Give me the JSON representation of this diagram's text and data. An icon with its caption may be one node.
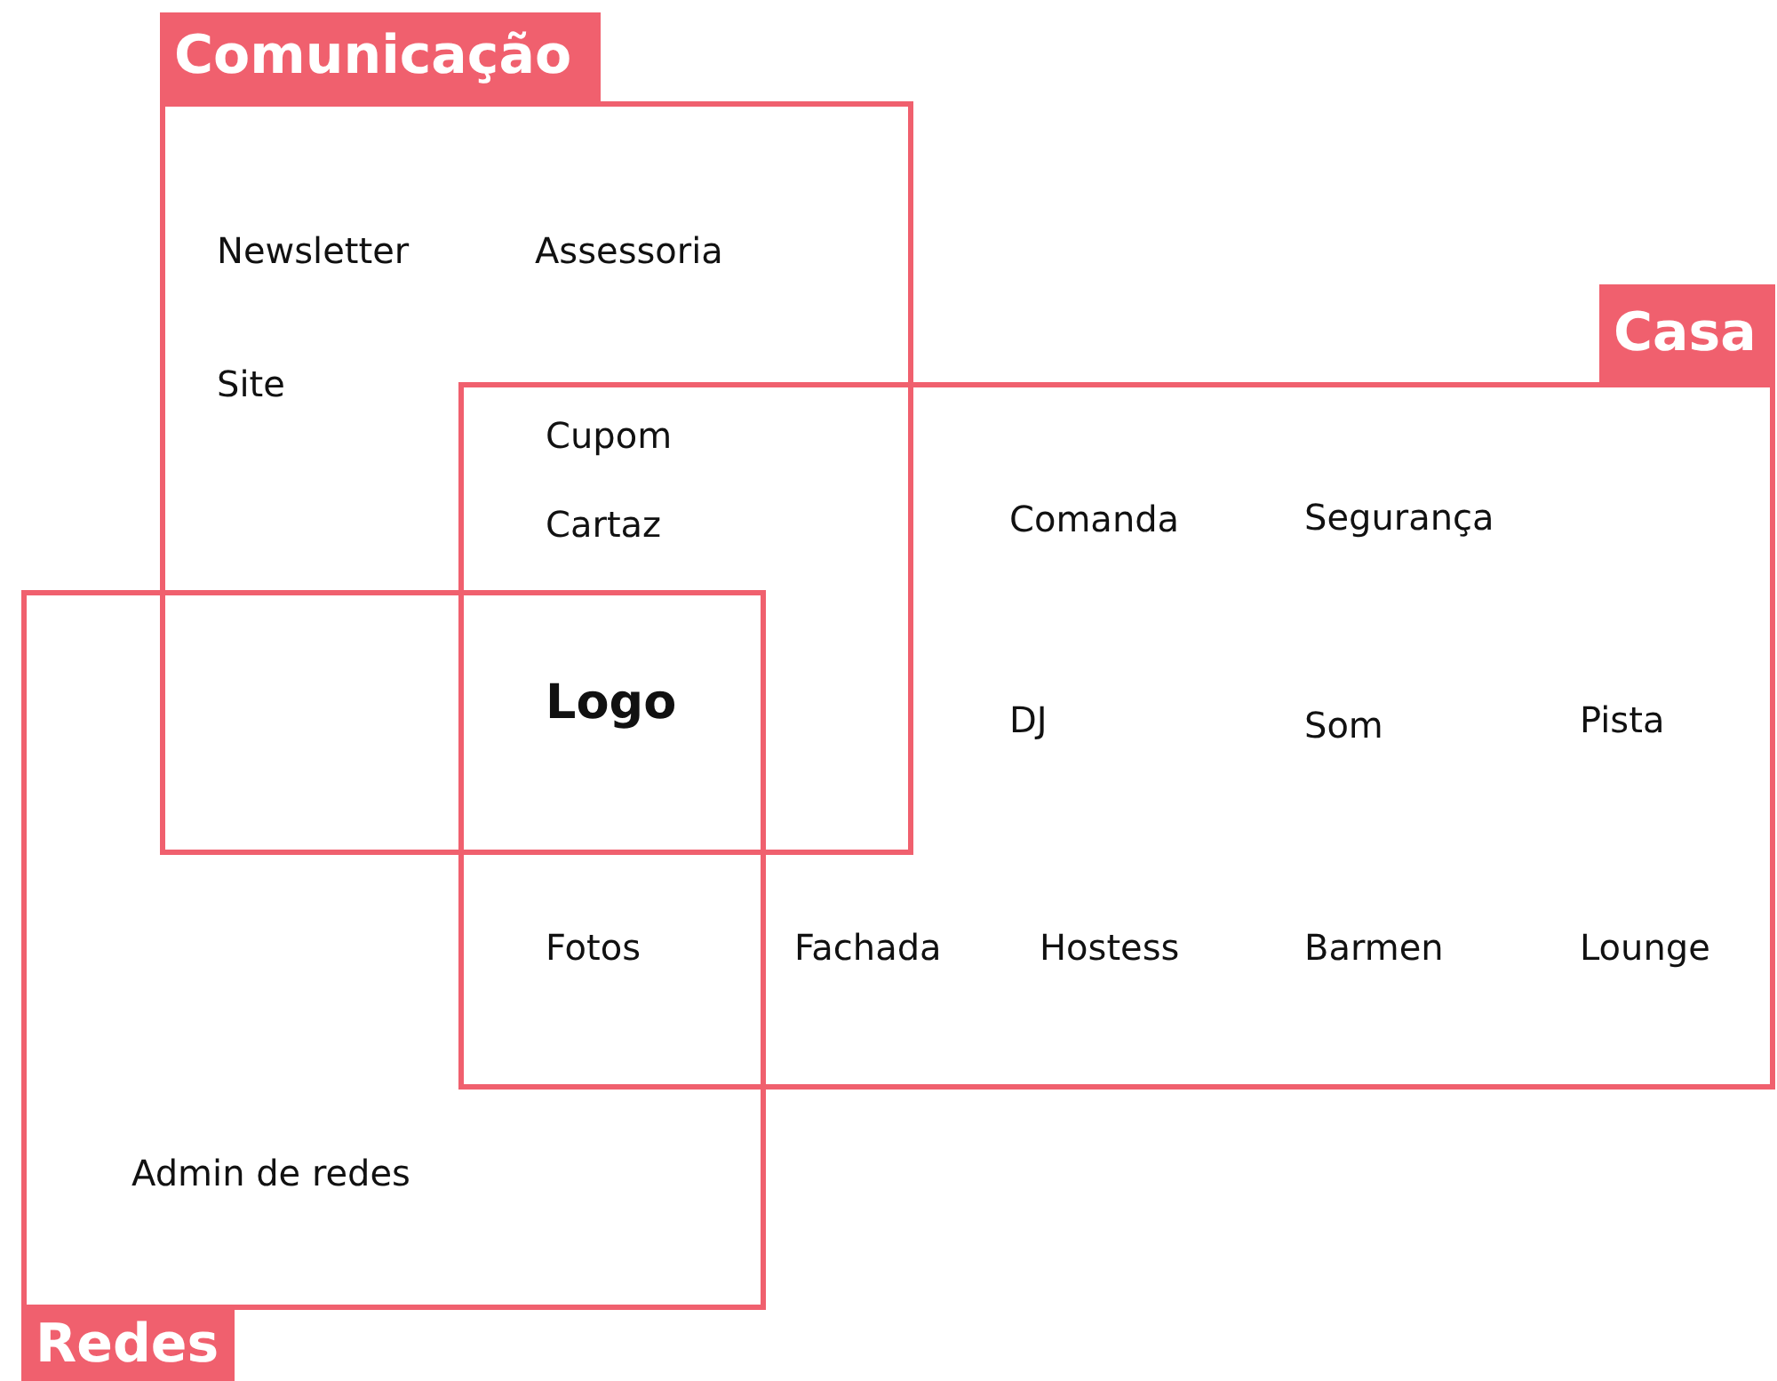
{
  "diagram": {
    "nodes": [
      {
        "text": [
          "Comunicação"
        ]
      },
      {
        "text": [
          "Casa"
        ]
      },
      {
        "text": [
          "Redes"
        ]
      }
    ],
    "labels": [
      "Newsletter",
      "Assessoria",
      "Site",
      "Cupom",
      "Cartaz",
      "Comanda",
      "Segurança",
      "Logo",
      "DJ",
      "Som",
      "Pista",
      "Fotos",
      "Fachada",
      "Hostess",
      "Barmen",
      "Lounge",
      "Admin de redes"
    ]
  }
}
